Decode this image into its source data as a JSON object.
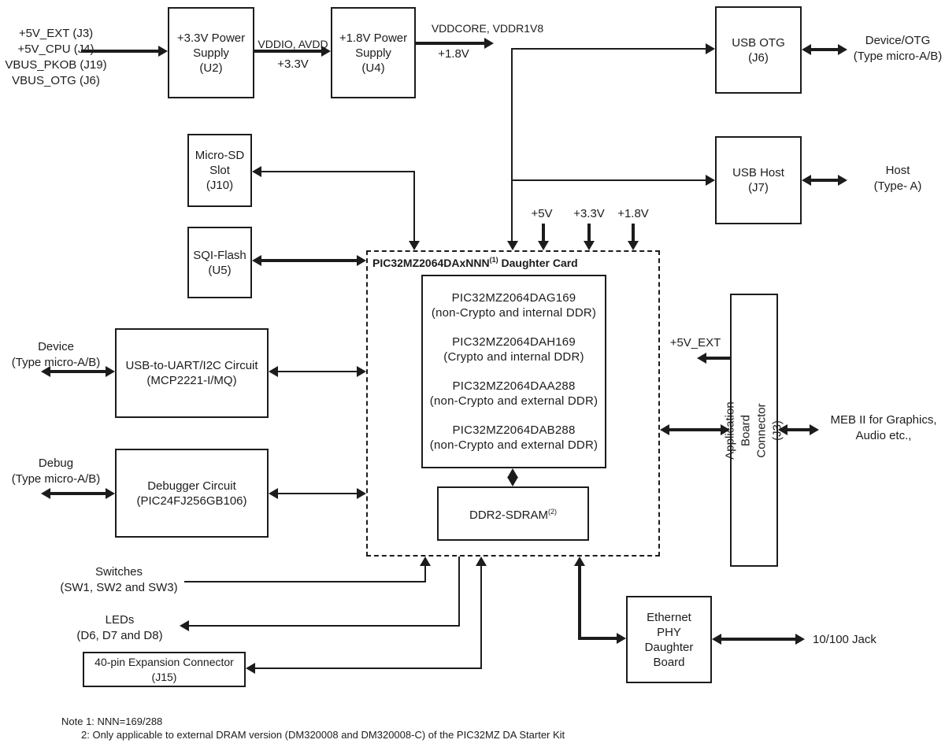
{
  "diagram": {
    "power": {
      "inputs": "+5V_EXT (J3)\n+5V_CPU (J4)\nVBUS_PKOB (J19)\nVBUS_OTG (J6)",
      "supply_3v3": "+3.3V Power\nSupply\n(U2)",
      "net_vddio_avdd": "VDDIO, AVDD",
      "net_3v3": "+3.3V",
      "supply_1v8": "+1.8V Power\nSupply\n(U4)",
      "net_vddcore": "VDDCORE, VDDR1V8",
      "net_1v8": "+1.8V"
    },
    "usb": {
      "otg_box": "USB OTG\n(J6)",
      "otg_ext": "Device/OTG\n(Type micro-A/B)",
      "host_box": "USB Host\n(J7)",
      "host_ext": "Host\n(Type- A)"
    },
    "memory": {
      "microsd_box": "Micro-SD\nSlot\n(J10)",
      "sqi_box": "SQI-Flash\n(U5)"
    },
    "daughter_card": {
      "title_main": "PIC32MZ2064DAxNNN",
      "title_sup": "(1)",
      "title_rest": " Daughter Card",
      "rail_5v": "+5V",
      "rail_3v3": "+3.3V",
      "rail_1v8": "+1.8V",
      "chips": [
        {
          "name": "PIC32MZ2064DAG169",
          "desc": "(non-Crypto and internal DDR)"
        },
        {
          "name": "PIC32MZ2064DAH169",
          "desc": "(Crypto and internal DDR)"
        },
        {
          "name": "PIC32MZ2064DAA288",
          "desc": "(non-Crypto and external DDR)"
        },
        {
          "name": "PIC32MZ2064DAB288",
          "desc": "(non-Crypto and external DDR)"
        }
      ],
      "ddr_main": "DDR2-SDRAM",
      "ddr_sup": "(2)"
    },
    "left_io": {
      "device_ext": "Device\n(Type micro-A/B)",
      "uart_box": "USB-to-UART/I2C Circuit\n(MCP2221-I/MQ)",
      "debug_ext": "Debug\n(Type micro-A/B)",
      "debugger_box": "Debugger Circuit\n(PIC24FJ256GB106)"
    },
    "bottom_io": {
      "switches": "Switches\n(SW1, SW2 and SW3)",
      "leds": "LEDs\n(D6, D7 and D8)",
      "expansion_box": "40-pin Expansion Connector\n(J15)"
    },
    "right_io": {
      "ext_5v": "+5V_EXT",
      "app_connector": "Application Board Connector\n(J3)",
      "meb": "MEB II for Graphics,\nAudio etc.,"
    },
    "ethernet": {
      "phy_box": "Ethernet\nPHY\nDaughter\nBoard",
      "jack": "10/100 Jack"
    },
    "notes": {
      "note1": "Note 1: NNN=169/288",
      "note2": "2: Only applicable to external DRAM version (DM320008 and DM320008-C) of the PIC32MZ DA Starter Kit"
    },
    "colors": {
      "line": "#1c1c1c",
      "background": "#ffffff"
    }
  }
}
